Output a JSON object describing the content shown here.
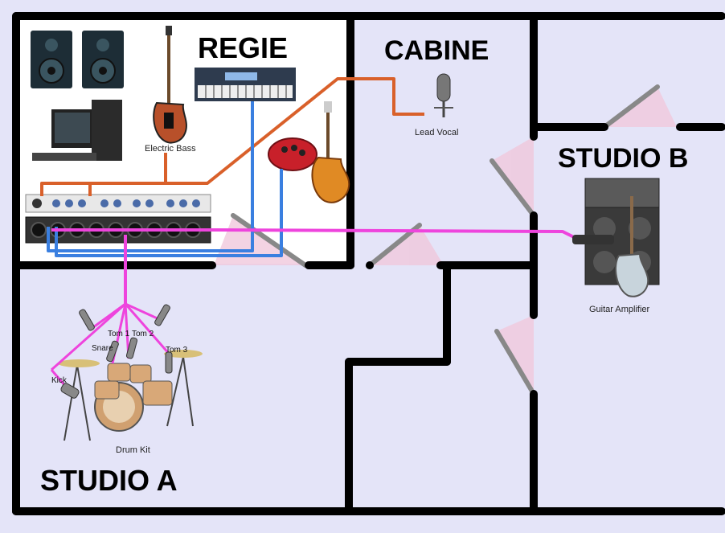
{
  "rooms": {
    "regie": "REGIE",
    "cabine": "CABINE",
    "studio_b": "STUDIO B",
    "studio_a": "STUDIO A"
  },
  "devices": {
    "electric_bass": "Electric Bass",
    "lead_vocal": "Lead Vocal",
    "guitar_amplifier": "Guitar Amplifier",
    "drum_kit": "Drum Kit"
  },
  "drum_mics": {
    "tom1": "Tom 1",
    "tom2": "Tom 2",
    "tom3": "Tom 3",
    "snare": "Snare",
    "kick": "Kick"
  },
  "colors": {
    "background": "#e4e4f8",
    "wall": "#000000",
    "regie_fill": "#ffffff",
    "pink_cable": "#ee44dd",
    "orange_cable": "#d9602a",
    "blue_cable": "#3a7fe0",
    "door_swing": "#f0c8dc"
  }
}
